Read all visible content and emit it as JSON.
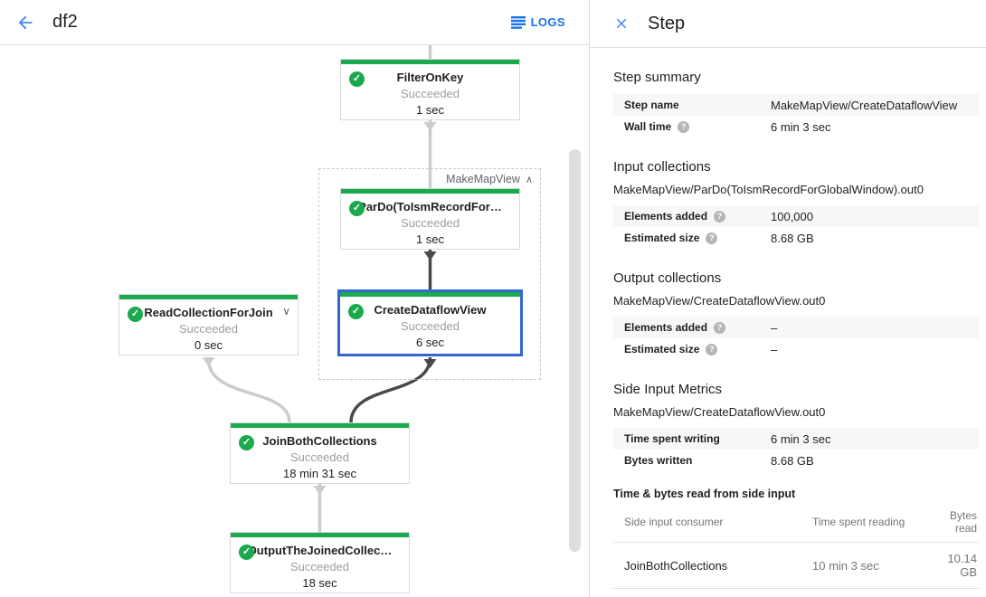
{
  "topbar": {
    "title": "df2",
    "logs_label": "LOGS"
  },
  "panel": {
    "title": "Step",
    "step_summary": {
      "heading": "Step summary",
      "rows": [
        {
          "label": "Step name",
          "value": "MakeMapView/CreateDataflowView"
        },
        {
          "label": "Wall time",
          "value": "6 min 3 sec"
        }
      ]
    },
    "input_collections": {
      "heading": "Input collections",
      "collection": "MakeMapView/ParDo(ToIsmRecordForGlobalWindow).out0",
      "rows": [
        {
          "label": "Elements added",
          "value": "100,000"
        },
        {
          "label": "Estimated size",
          "value": "8.68 GB"
        }
      ]
    },
    "output_collections": {
      "heading": "Output collections",
      "collection": "MakeMapView/CreateDataflowView.out0",
      "rows": [
        {
          "label": "Elements added",
          "value": "–"
        },
        {
          "label": "Estimated size",
          "value": "–"
        }
      ]
    },
    "side_input_metrics": {
      "heading": "Side Input Metrics",
      "collection": "MakeMapView/CreateDataflowView.out0",
      "rows": [
        {
          "label": "Time spent writing",
          "value": "6 min 3 sec"
        },
        {
          "label": "Bytes written",
          "value": "8.68 GB"
        }
      ]
    },
    "side_input_table": {
      "heading": "Time & bytes read from side input",
      "columns": [
        "Side input consumer",
        "Time spent reading",
        "Bytes read"
      ],
      "rows": [
        {
          "consumer": "JoinBothCollections",
          "time": "10 min 3 sec",
          "bytes": "10.14 GB"
        }
      ]
    }
  },
  "graph": {
    "group_label": "MakeMapView",
    "nodes": {
      "filter_on_key": {
        "title": "FilterOnKey",
        "status": "Succeeded",
        "time": "1 sec"
      },
      "pardo_to_ism": {
        "title": "ParDo(ToIsmRecordFor…",
        "status": "Succeeded",
        "time": "1 sec"
      },
      "create_dataflow_view": {
        "title": "CreateDataflowView",
        "status": "Succeeded",
        "time": "6 sec"
      },
      "read_collection": {
        "title": "ReadCollectionForJoin",
        "status": "Succeeded",
        "time": "0 sec"
      },
      "join_both": {
        "title": "JoinBothCollections",
        "status": "Succeeded",
        "time": "18 min 31 sec"
      },
      "output_joined": {
        "title": "OutputTheJoinedCollec…",
        "status": "Succeeded",
        "time": "18 sec"
      }
    },
    "check_glyph": "✓"
  },
  "colors": {
    "succeeded_green": "#1aa94c",
    "selection_blue": "#3367d6",
    "accent_blue": "#1a73e8",
    "edge_light": "#cccccc",
    "edge_dark": "#4a4a4a"
  }
}
